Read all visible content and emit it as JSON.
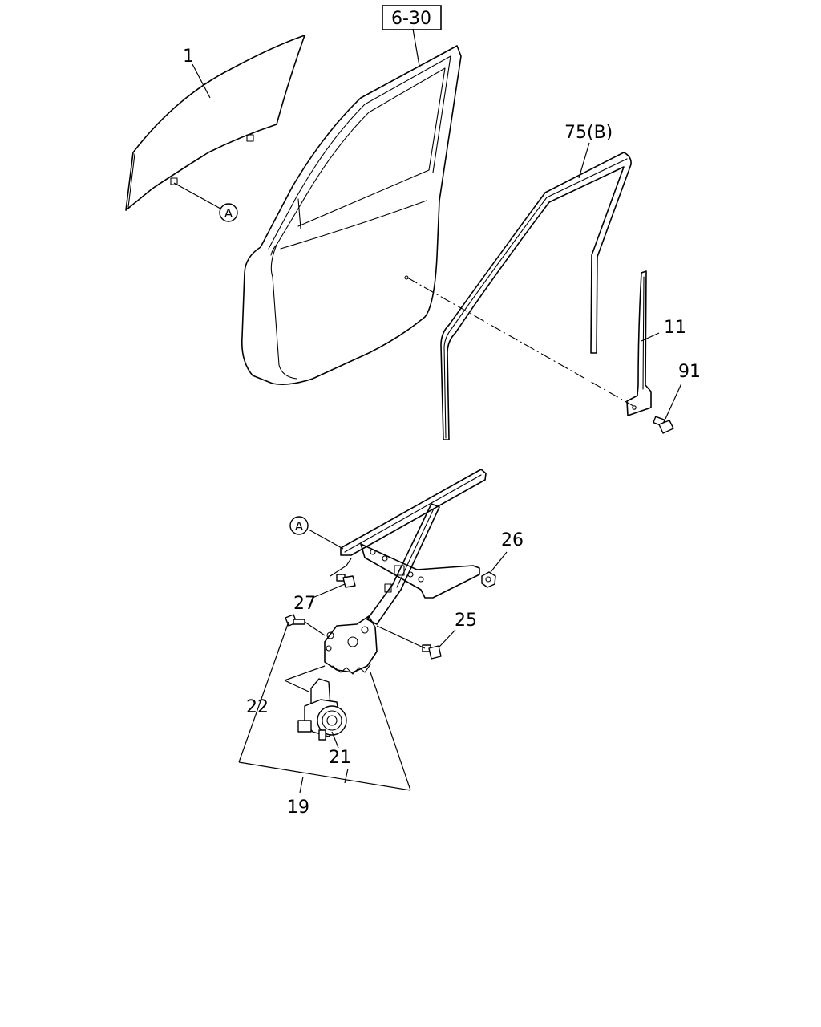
{
  "reference_box": "6-30",
  "callouts": {
    "c1": "1",
    "c75": "75(B)",
    "c11": "11",
    "c91": "91",
    "c26": "26",
    "c27": "27",
    "c25": "25",
    "c22": "22",
    "c21": "21",
    "c19": "19"
  },
  "circle_markers": {
    "glass_a": "A",
    "regulator_a": "A"
  }
}
